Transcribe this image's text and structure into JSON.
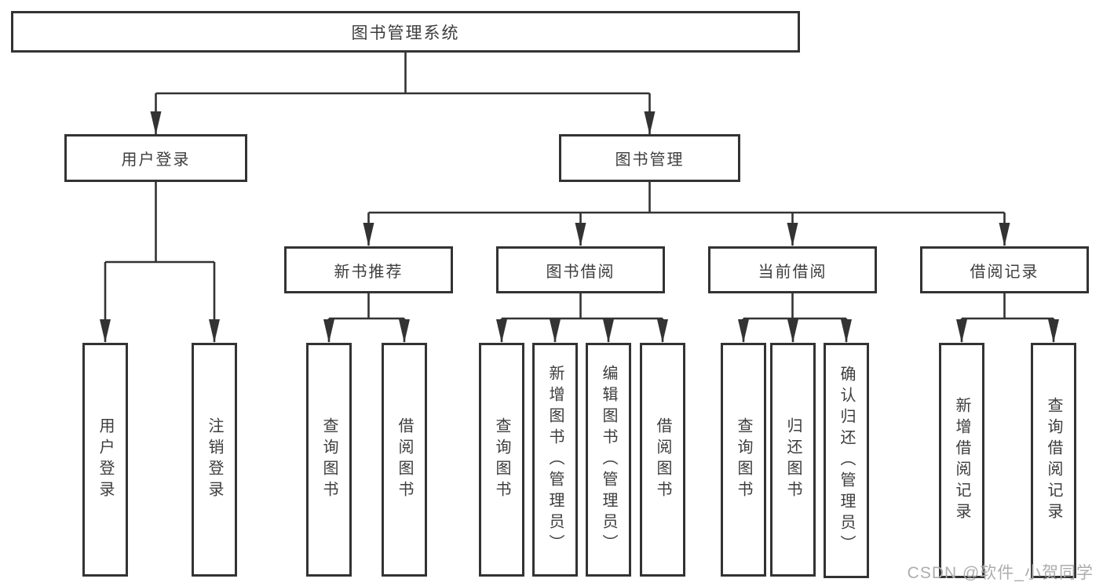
{
  "tree": {
    "label": "图书管理系统",
    "children": [
      {
        "label": "用户登录",
        "children": [
          {
            "label": "用户登录"
          },
          {
            "label": "注销登录"
          }
        ]
      },
      {
        "label": "图书管理",
        "children": [
          {
            "label": "新书推荐",
            "children": [
              {
                "label": "查询图书"
              },
              {
                "label": "借阅图书"
              }
            ]
          },
          {
            "label": "图书借阅",
            "children": [
              {
                "label": "查询图书"
              },
              {
                "label": "新增图书（管理员）"
              },
              {
                "label": "编辑图书（管理员）"
              },
              {
                "label": "借阅图书"
              }
            ]
          },
          {
            "label": "当前借阅",
            "children": [
              {
                "label": "查询图书"
              },
              {
                "label": "归还图书"
              },
              {
                "label": "确认归还（管理员）"
              }
            ]
          },
          {
            "label": "借阅记录",
            "children": [
              {
                "label": "新增借阅记录"
              },
              {
                "label": "查询借阅记录"
              }
            ]
          }
        ]
      }
    ]
  },
  "watermark": {
    "text": "CSDN @软件_小贺同学"
  },
  "colors": {
    "line": "#333333",
    "box_border": "#333333",
    "text": "#3d3d3d",
    "background": "#ffffff",
    "watermark": "#adadad"
  }
}
